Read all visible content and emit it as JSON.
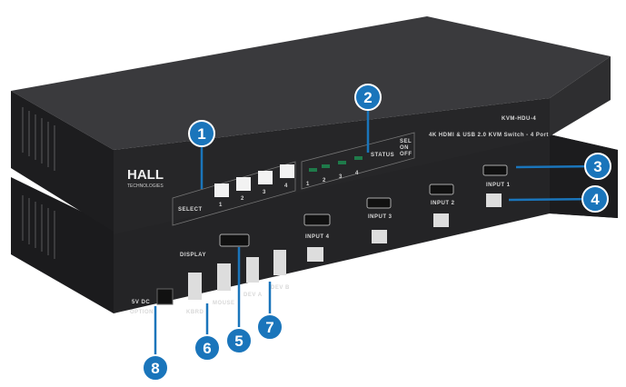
{
  "brand": "HALL",
  "brand_sub": "TECHNOLOGIES",
  "front_panel": {
    "model": "KVM-HDU-4",
    "description": "4K HDMI & USB 2.0 KVM Switch - 4 Port",
    "select_label": "SELECT",
    "buttons": [
      "1",
      "2",
      "3",
      "4"
    ],
    "status_label": "STATUS",
    "led_labels": [
      "1",
      "2",
      "3",
      "4"
    ],
    "legend": [
      "SEL",
      "ON",
      "OFF"
    ]
  },
  "rear_panel": {
    "inputs": [
      "INPUT 1",
      "INPUT 2",
      "INPUT 3",
      "INPUT 4"
    ],
    "display": "DISPLAY",
    "usb": [
      "KBRD",
      "MOUSE",
      "DEV A",
      "DEV B"
    ],
    "power": [
      "5V DC",
      "OPTION"
    ]
  },
  "callouts": [
    "1",
    "2",
    "3",
    "4",
    "5",
    "6",
    "7",
    "8"
  ],
  "colors": {
    "callout": "#1a75bb",
    "chassis": "#2a2a2c",
    "led": "#1f7a4a"
  }
}
